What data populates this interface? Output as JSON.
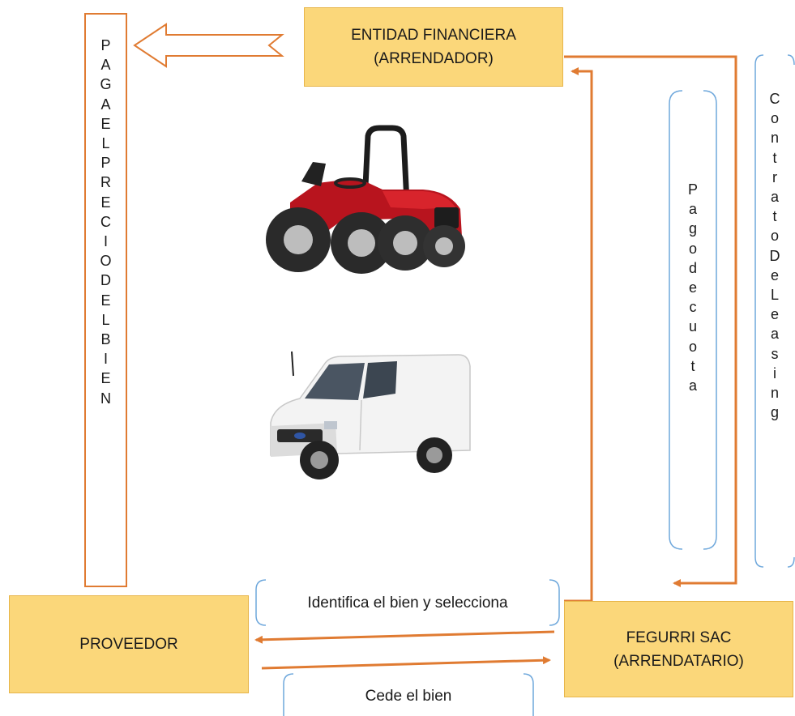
{
  "nodes": {
    "financiera": {
      "line1": "ENTIDAD FINANCIERA",
      "line2": "(ARRENDADOR)"
    },
    "proveedor": {
      "label": "PROVEEDOR"
    },
    "arrendatario": {
      "line1": "FEGURRI SAC",
      "line2": "(ARRENDATARIO)"
    }
  },
  "labels": {
    "pago_precio": [
      "P",
      "A",
      "G",
      "A",
      "E",
      "L",
      "P",
      "R",
      "E",
      "C",
      "I",
      "O",
      "D",
      "E",
      "L",
      "B",
      "I",
      "E",
      "N"
    ],
    "pago_cuota": [
      "P",
      "a",
      "g",
      "o",
      "d",
      "e",
      "c",
      "u",
      "o",
      "t",
      "a"
    ],
    "contrato": [
      "C",
      "o",
      "n",
      "t",
      "r",
      "a",
      "t",
      "o",
      "D",
      "e",
      "L",
      "e",
      "a",
      "s",
      "i",
      "n",
      "g"
    ],
    "identifica": "Identifica el bien y selecciona",
    "cede": "Cede el bien"
  },
  "colors": {
    "arrow": "#e07b32",
    "box_fill": "#fbd77a",
    "bracket": "#6fa8dc"
  },
  "images": [
    "tractor",
    "van"
  ]
}
